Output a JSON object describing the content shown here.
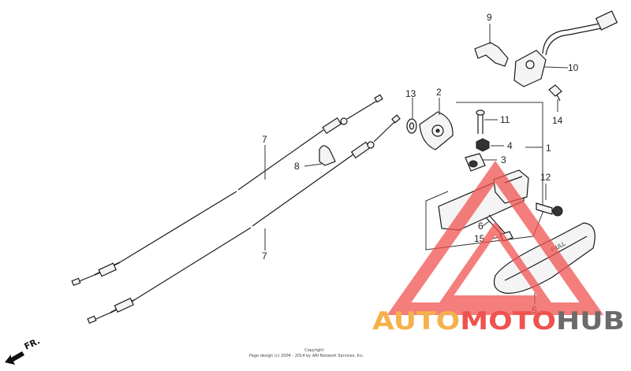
{
  "diagram": {
    "callouts": [
      {
        "id": "c1",
        "label": "1"
      },
      {
        "id": "c2",
        "label": "2"
      },
      {
        "id": "c3",
        "label": "3"
      },
      {
        "id": "c4",
        "label": "4"
      },
      {
        "id": "c5",
        "label": "5"
      },
      {
        "id": "c6",
        "label": "6"
      },
      {
        "id": "c7a",
        "label": "7"
      },
      {
        "id": "c7b",
        "label": "7"
      },
      {
        "id": "c8",
        "label": "8"
      },
      {
        "id": "c9",
        "label": "9"
      },
      {
        "id": "c10",
        "label": "10"
      },
      {
        "id": "c11",
        "label": "11"
      },
      {
        "id": "c12",
        "label": "12"
      },
      {
        "id": "c13",
        "label": "13"
      },
      {
        "id": "c14",
        "label": "14"
      },
      {
        "id": "c15",
        "label": "15"
      }
    ],
    "direction_label": "FR.",
    "handle_marking": "P-ULL",
    "copyright_line1": "Copyright",
    "copyright_line2": "Page design (c) 2004 - 2014 by ARI Network Services, Inc."
  },
  "watermark": {
    "word_part1": "AUTO",
    "word_part2": "MOTO",
    "word_part3": "HUB",
    "color_orange": "#f5b14c",
    "color_red": "#ef5350",
    "color_gray": "#6b6b6b"
  }
}
